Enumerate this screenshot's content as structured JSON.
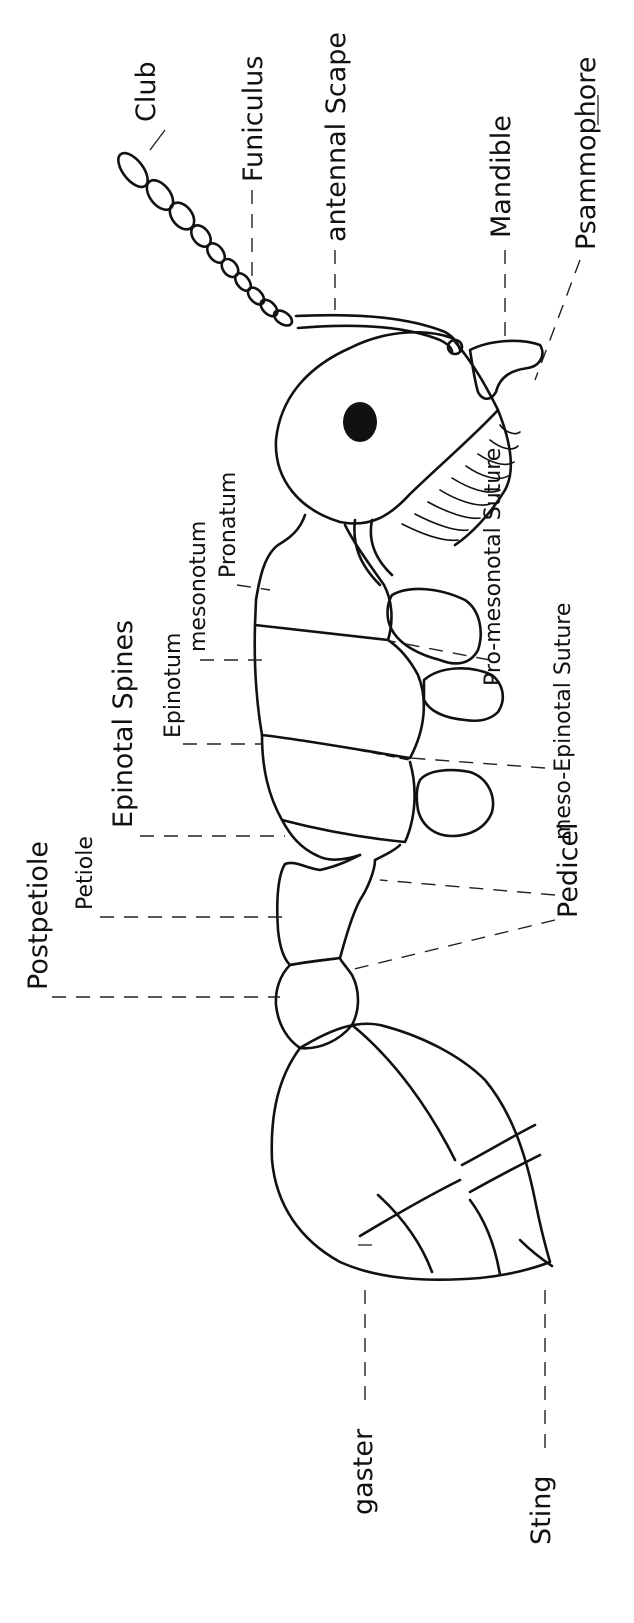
{
  "labels": {
    "club": "Club",
    "funiculus": "Funiculus",
    "antennal_scape": "antennal Scape",
    "mandible": "Mandible",
    "psammophore": "Psammophore",
    "pronotum": "Pronatum",
    "mesonotum": "mesonotum",
    "pro_mesonotal_suture": "Pro-mesonotal Suture",
    "epinotum": "Epinotum",
    "epinotal_spines": "Epinotal Spines",
    "meso_epinotal_suture": "meso-Epinotal Suture",
    "petiole": "Petiole",
    "postpetiole": "Postpetiole",
    "pedicel": "Pedicel",
    "gaster": "gaster",
    "sting": "Sting"
  },
  "colors": {
    "ink": "#111111",
    "paper": "#ffffff"
  }
}
